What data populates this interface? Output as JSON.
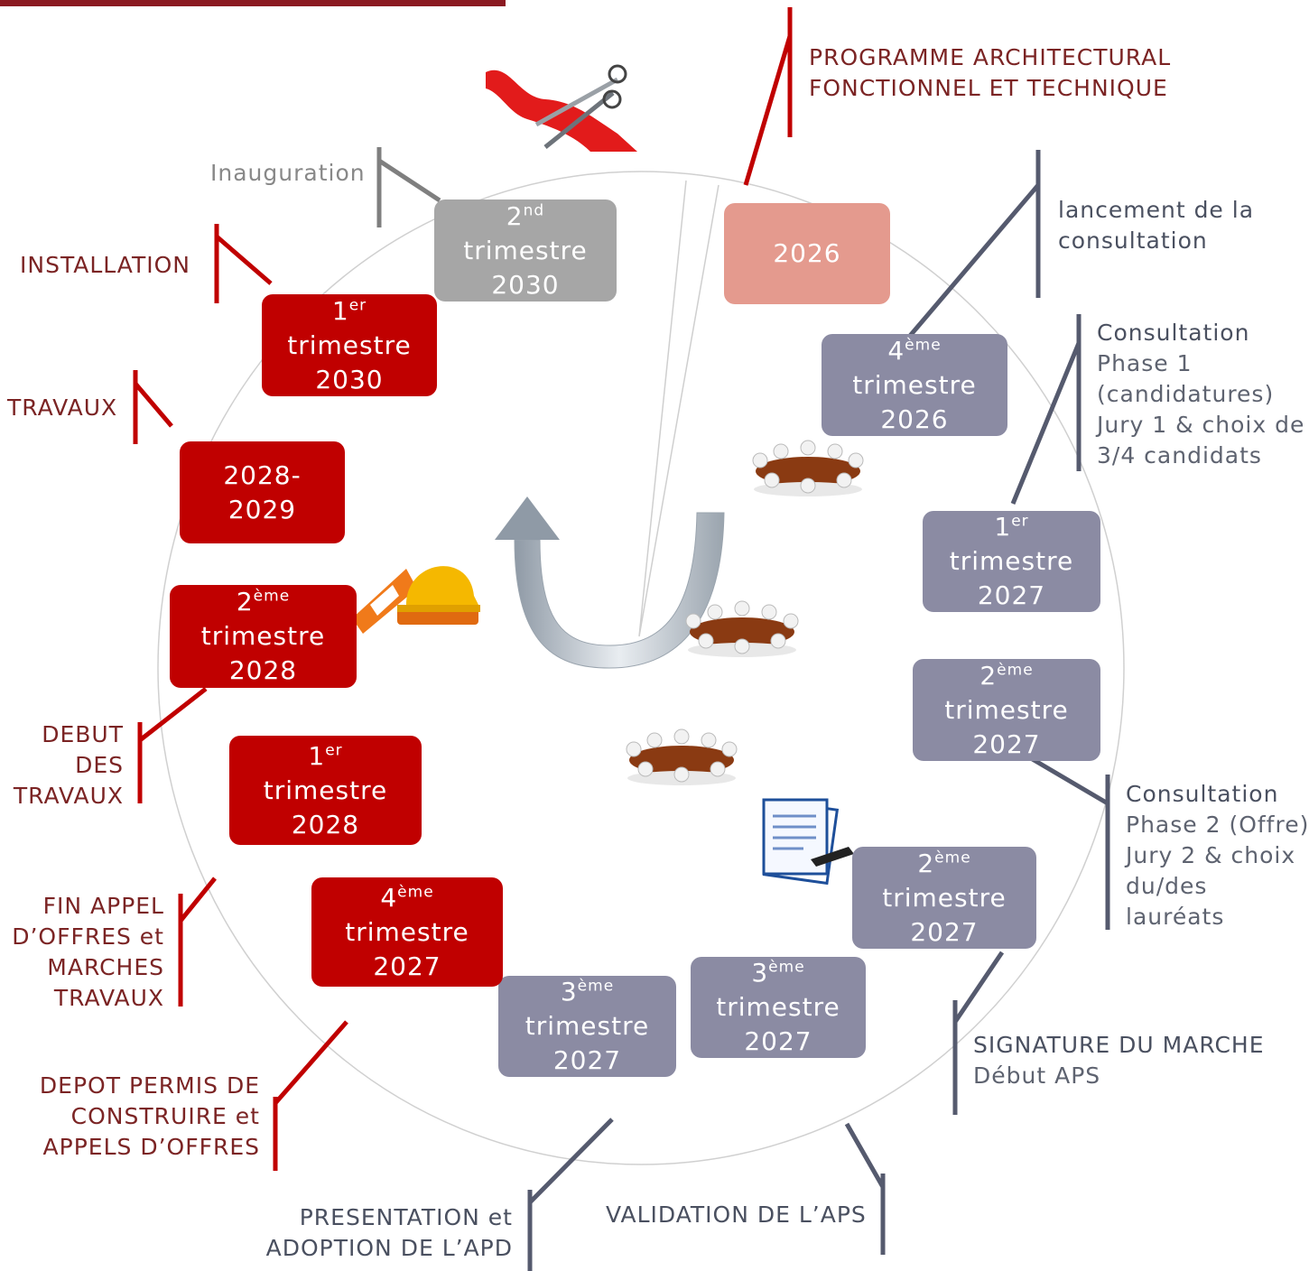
{
  "milestones": {
    "y2026": {
      "line1": "2026"
    },
    "q4_2026": {
      "num": "4",
      "sup": "ème",
      "word": "trimestre",
      "year": "2026"
    },
    "q1_2027": {
      "num": "1",
      "sup": "er",
      "word": "trimestre",
      "year": "2027"
    },
    "q2_2027a": {
      "num": "2",
      "sup": "ème",
      "word": "trimestre",
      "year": "2027"
    },
    "q2_2027b": {
      "num": "2",
      "sup": "ème",
      "word": "trimestre",
      "year": "2027"
    },
    "q3_2027a": {
      "num": "3",
      "sup": "ème",
      "word": "trimestre",
      "year": "2027"
    },
    "q3_2027b": {
      "num": "3",
      "sup": "ème",
      "word": "trimestre",
      "year": "2027"
    },
    "q4_2027": {
      "num": "4",
      "sup": "ème",
      "word": "trimestre",
      "year": "2027"
    },
    "q1_2028": {
      "num": "1",
      "sup": "er",
      "word": "trimestre",
      "year": "2028"
    },
    "q2_2028": {
      "num": "2",
      "sup": "ème",
      "word": "trimestre",
      "year": "2028"
    },
    "y2028_2029": {
      "line1": "2028-",
      "line2": "2029"
    },
    "q1_2030": {
      "num": "1",
      "sup": "er",
      "word": "trimestre",
      "year": "2030"
    },
    "q2_2030": {
      "num": "2",
      "sup": "nd",
      "word": "trimestre",
      "year": "2030"
    }
  },
  "labels": {
    "programme": {
      "l1": "PROGRAMME ARCHITECTURAL",
      "l2": "FONCTIONNEL ET TECHNIQUE"
    },
    "lancement": {
      "l1": "lancement de la",
      "l2": "consultation"
    },
    "consult1": {
      "l1": "Consultation",
      "l2": "Phase 1",
      "l3": "(candidatures)",
      "l4": "Jury 1 & choix de",
      "l5": "3/4 candidats"
    },
    "consult2": {
      "l1": "Consultation",
      "l2": "Phase 2 (Offre)",
      "l3": "Jury 2 & choix",
      "l4": "du/des",
      "l5": "lauréats"
    },
    "signature": {
      "l1": "SIGNATURE DU MARCHE",
      "l2": "Début APS"
    },
    "validation": {
      "l1": "VALIDATION DE L’APS"
    },
    "presentation": {
      "l1": "PRESENTATION et",
      "l2": "ADOPTION DE L’APD"
    },
    "depot": {
      "l1": "DEPOT PERMIS DE",
      "l2": "CONSTRUIRE et",
      "l3": "APPELS D’OFFRES"
    },
    "fin_appel": {
      "l1": "FIN APPEL",
      "l2": "D’OFFRES et",
      "l3": "MARCHES",
      "l4": "TRAVAUX"
    },
    "debut": {
      "l1": "DEBUT",
      "l2": "DES",
      "l3": "TRAVAUX"
    },
    "travaux": {
      "l1": "TRAVAUX"
    },
    "installation": {
      "l1": "INSTALLATION"
    },
    "inauguration": {
      "l1": "Inauguration"
    }
  },
  "colors": {
    "red": "#c00000",
    "grey": "#8b8ba3",
    "light_grey": "#a6a6a6",
    "pink": "#e49a8e",
    "maroon_text": "#7b2424",
    "slate_text": "#4a5060"
  },
  "icons": [
    "ribbon-scissors-icon",
    "meeting-table-icon",
    "hard-hat-cone-icon",
    "contract-signature-icon",
    "cycle-arrow-icon"
  ]
}
